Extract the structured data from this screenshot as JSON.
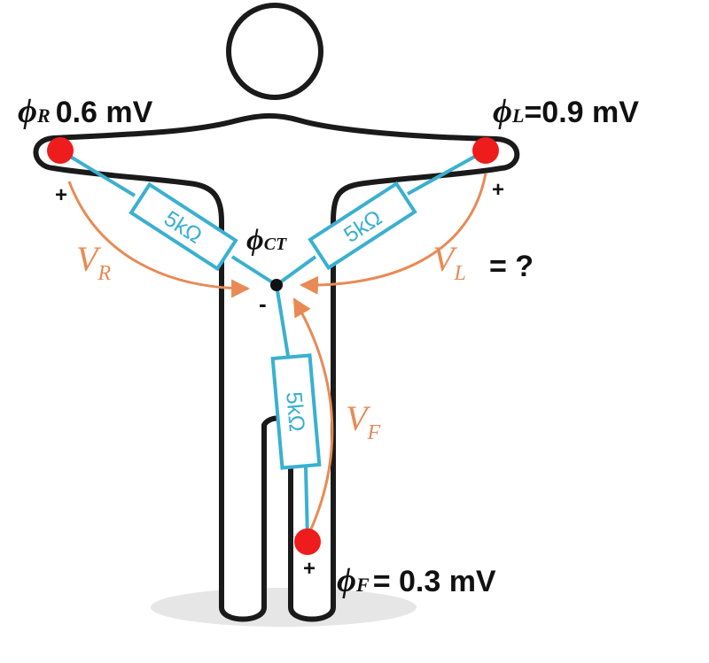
{
  "potentials": {
    "right": {
      "symbol": "ϕ",
      "sub": "R",
      "value": "0.6 mV"
    },
    "left": {
      "symbol": "ϕ",
      "sub": "L",
      "value": "=0.9 mV"
    },
    "foot": {
      "symbol": "ϕ",
      "sub": "F",
      "value": "= 0.3 mV"
    },
    "center": {
      "symbol": "ϕ",
      "sub": "CT"
    }
  },
  "voltages": {
    "right": {
      "symbol": "V",
      "sub": "R"
    },
    "left": {
      "symbol": "V",
      "sub": "L",
      "suffix": "= ?"
    },
    "foot": {
      "symbol": "V",
      "sub": "F"
    }
  },
  "resistors": {
    "right": "5kΩ",
    "left": "5kΩ",
    "foot": "5kΩ"
  },
  "polarity": {
    "right_plus": "+",
    "left_plus": "+",
    "foot_plus": "+",
    "center_minus": "-"
  },
  "colors": {
    "wire": "#3ab0d0",
    "arrow": "#e88a55",
    "electrode": "#ee1c1c",
    "outline": "#1a1a1a"
  }
}
